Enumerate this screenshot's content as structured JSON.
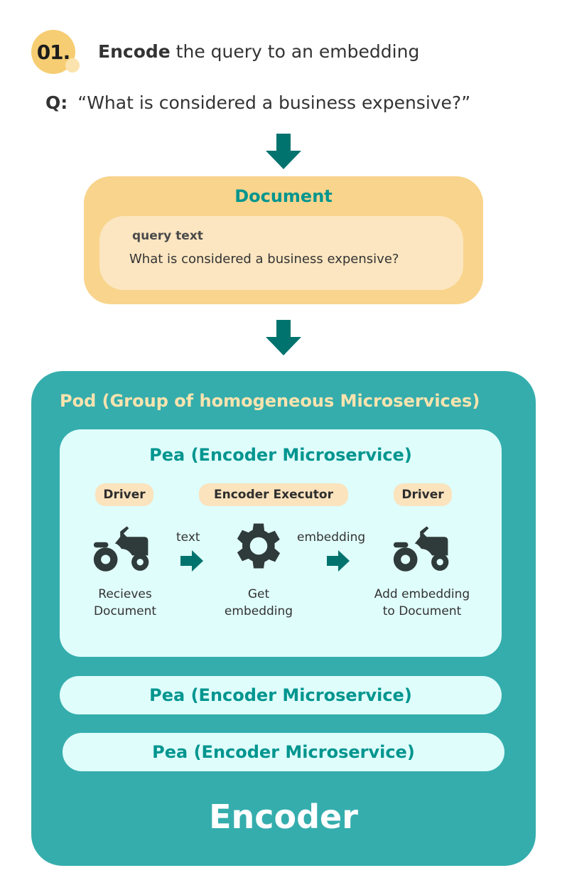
{
  "step": {
    "number": "01.",
    "title_bold": "Encode",
    "title_rest": " the query to an embedding"
  },
  "query": {
    "prefix": "Q:",
    "text": "“What is considered a business expensive?”"
  },
  "document": {
    "title": "Document",
    "field_label": "query text",
    "field_value": "What is considered a business expensive?"
  },
  "pod": {
    "title": "Pod (Group of homogeneous Microservices)",
    "pea_main": {
      "title": "Pea (Encoder Microservice)",
      "stages": [
        {
          "label": "Driver",
          "icon": "tractor-icon",
          "caption": [
            "Recieves",
            "Document"
          ]
        },
        {
          "label": "Encoder Executor",
          "icon": "gear-icon",
          "caption": [
            "Get",
            "embedding"
          ]
        },
        {
          "label": "Driver",
          "icon": "tractor-icon",
          "caption": [
            "Add embedding",
            "to Document"
          ]
        }
      ],
      "flows": [
        "text",
        "embedding"
      ]
    },
    "peas": [
      "Pea (Encoder Microservice)",
      "Pea (Encoder Microservice)"
    ],
    "footer": "Encoder"
  },
  "colors": {
    "teal": "#35adad",
    "dark_teal": "#00736e",
    "yellow": "#f8d48c",
    "pea_bg": "#dffdfb"
  }
}
